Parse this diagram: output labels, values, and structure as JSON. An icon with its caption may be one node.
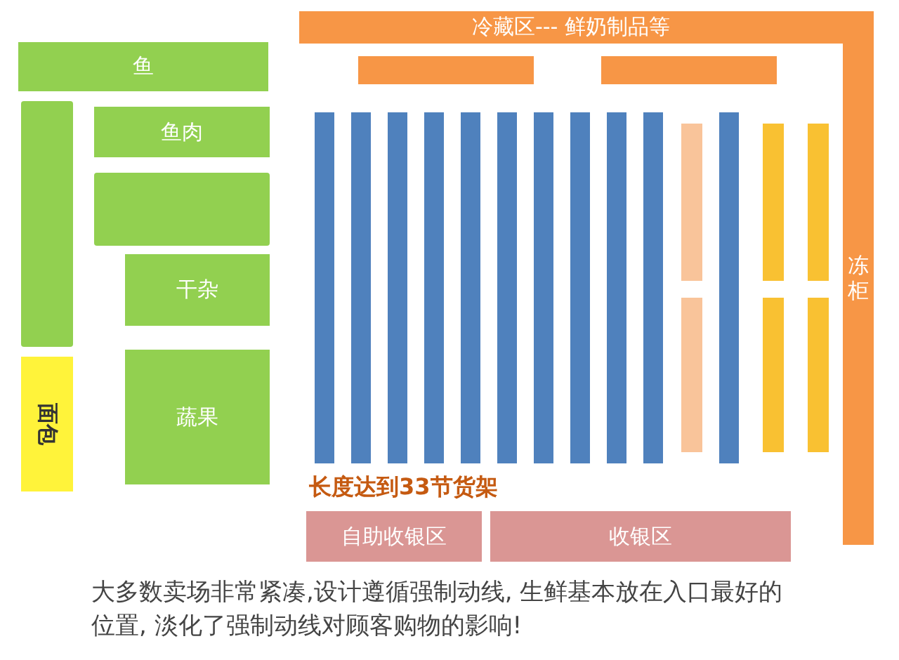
{
  "diagram": {
    "caption": "大多数卖场非常紧凑,设计遵循强制动线, 生鲜基本放在入口最好的位置, 淡化了强制动线对顾客购物的影响!",
    "nodes": [
      {
        "text": [
          "冷藏区---  鲜奶制品等"
        ]
      },
      {
        "text": [
          "冻柜"
        ]
      },
      {
        "text": [],
        "shape": "bar"
      },
      {
        "text": [],
        "shape": "bar"
      },
      {
        "text": [
          "鱼"
        ]
      },
      {
        "text": [],
        "shape": "box"
      },
      {
        "text": [
          "鱼肉"
        ]
      },
      {
        "text": [],
        "shape": "box"
      },
      {
        "text": [
          "干杂"
        ]
      },
      {
        "text": [
          "面包"
        ]
      },
      {
        "text": [
          "蔬果"
        ]
      },
      {
        "text": [],
        "shape": "bar"
      },
      {
        "text": [],
        "shape": "bar"
      },
      {
        "text": [],
        "shape": "bar"
      },
      {
        "text": [],
        "shape": "bar"
      },
      {
        "text": [],
        "shape": "bar"
      },
      {
        "text": [],
        "shape": "bar"
      },
      {
        "text": [],
        "shape": "bar"
      },
      {
        "text": [],
        "shape": "bar"
      },
      {
        "text": [],
        "shape": "bar"
      },
      {
        "text": [],
        "shape": "bar"
      },
      {
        "text": [],
        "shape": "bar"
      },
      {
        "text": [],
        "shape": "bar"
      },
      {
        "text": [],
        "shape": "bar"
      },
      {
        "text": [],
        "shape": "bar"
      },
      {
        "text": [],
        "shape": "bar"
      },
      {
        "text": [],
        "shape": "bar"
      },
      {
        "text": [],
        "shape": "bar"
      },
      {
        "text": [
          "自助收银区"
        ]
      },
      {
        "text": [
          "收银区"
        ]
      }
    ],
    "labels": [
      "长度达到33节货架"
    ]
  }
}
